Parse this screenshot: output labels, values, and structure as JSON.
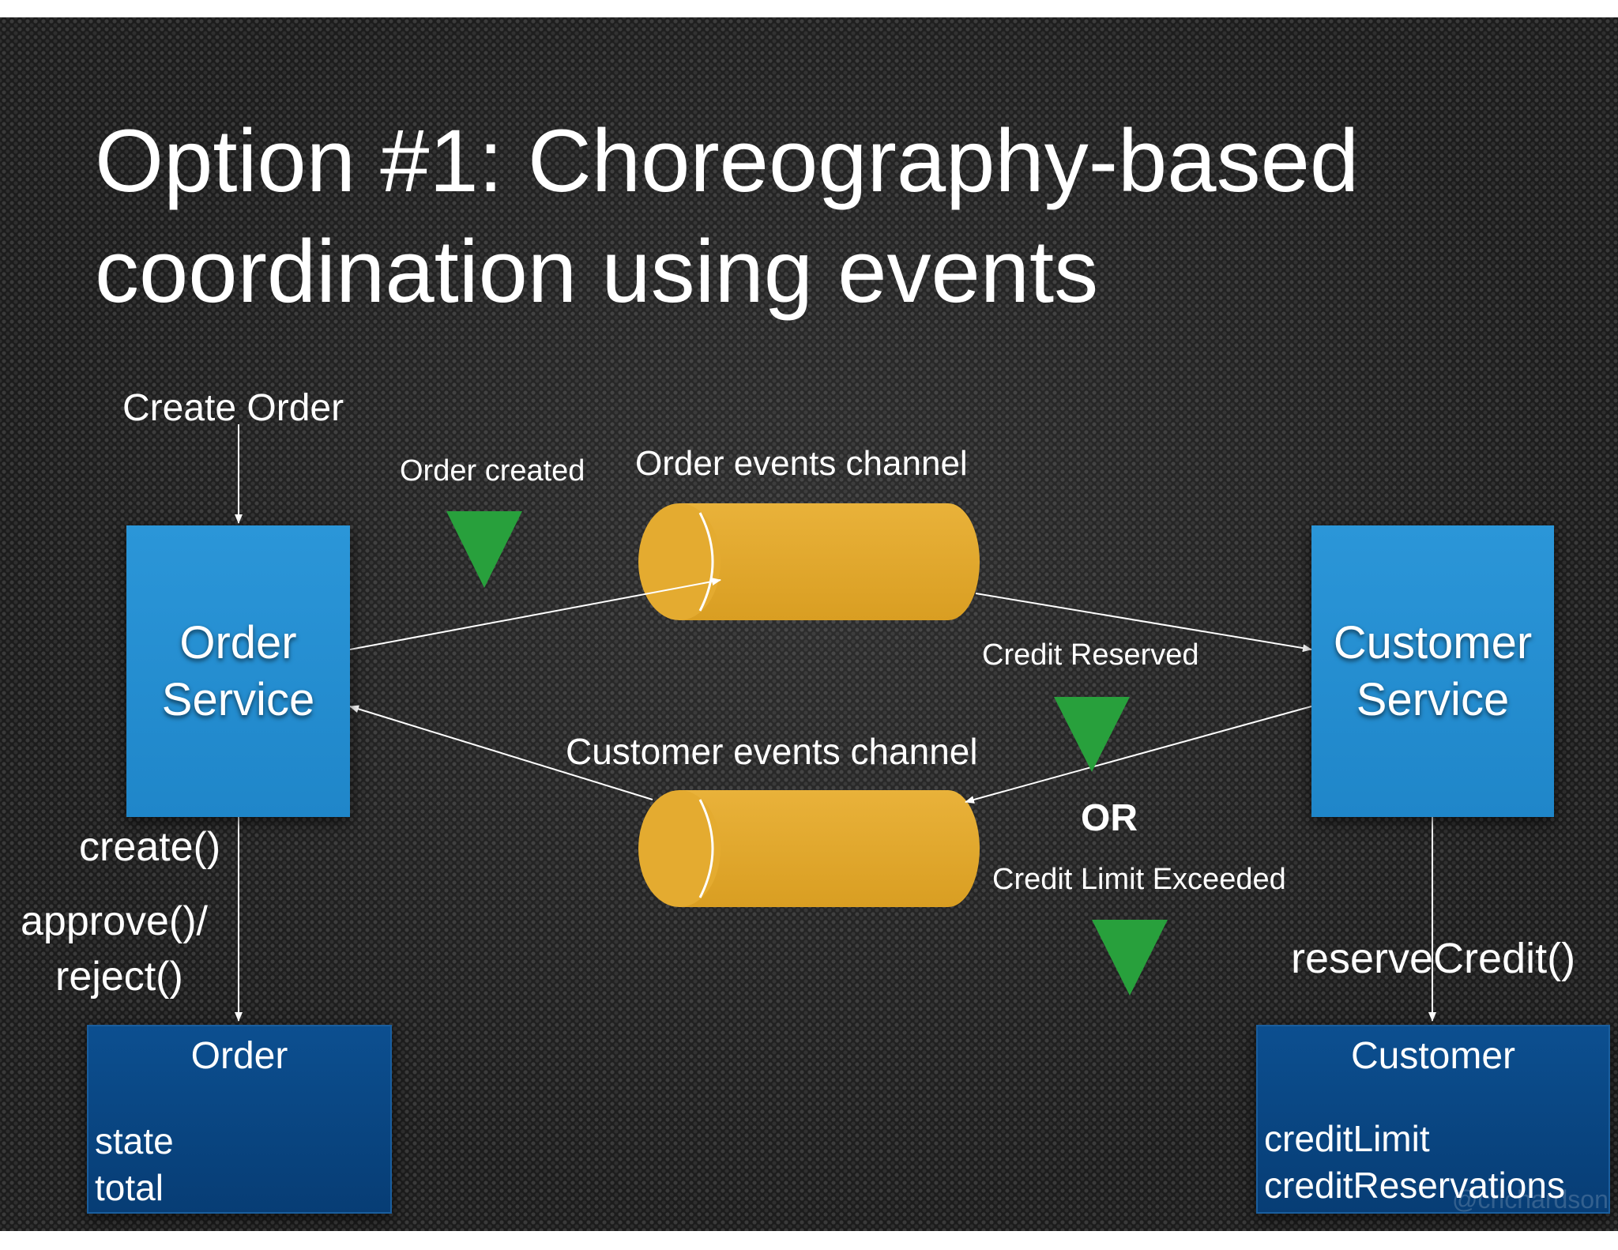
{
  "slide": {
    "title_line1": "Option #1: Choreography-based",
    "title_line2": "coordination using events"
  },
  "labels": {
    "create_order": "Create Order",
    "order_created": "Order created",
    "order_events_channel": "Order events channel",
    "credit_reserved": "Credit Reserved",
    "customer_events_channel": "Customer  events channel",
    "or": "OR",
    "credit_limit_exceeded": "Credit Limit Exceeded",
    "create": "create()",
    "approve": "approve()/",
    "reject": "reject()",
    "reserve_credit": "reserveCredit()"
  },
  "order_service": {
    "line1": "Order",
    "line2": "Service"
  },
  "customer_service": {
    "line1": "Customer",
    "line2": "Service"
  },
  "order_entity": {
    "title": "Order",
    "fields": [
      "state",
      "total"
    ]
  },
  "customer_entity": {
    "title": "Customer",
    "fields": [
      "creditLimit",
      "creditReservations"
    ]
  },
  "watermark": "@crichardson",
  "colors": {
    "service_box": "#2290d3",
    "entity_box": "#0a4682",
    "channel": "#e2a92e",
    "event_marker": "#28a03c",
    "arrow": "#ffffff"
  }
}
